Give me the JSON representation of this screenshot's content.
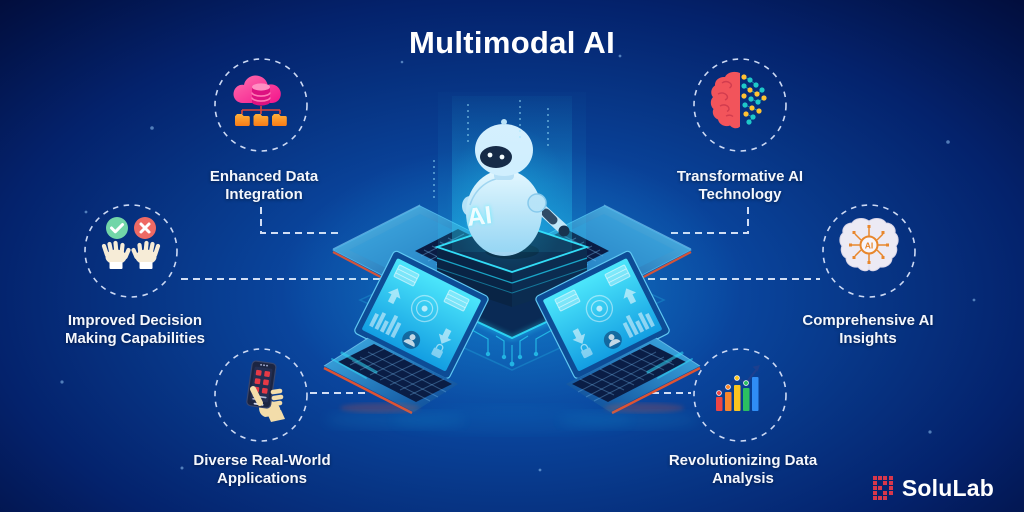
{
  "title": "Multimodal AI",
  "center": {
    "ai_label": "AI"
  },
  "features": [
    {
      "id": "enhanced-data-integration",
      "label": "Enhanced Data Integration",
      "icon": "cloud-database-folders-icon",
      "position": "top-left"
    },
    {
      "id": "transformative-ai-technology",
      "label": "Transformative AI Technology",
      "icon": "brain-network-dots-icon",
      "position": "top-right"
    },
    {
      "id": "improved-decision-making",
      "label": "Improved Decision Making Capabilities",
      "icon": "hands-check-cross-icon",
      "position": "middle-left"
    },
    {
      "id": "comprehensive-ai-insights",
      "label": "Comprehensive AI Insights",
      "icon": "brain-circuit-ai-icon",
      "icon_text": "AI",
      "position": "middle-right"
    },
    {
      "id": "diverse-real-world-applications",
      "label": "Diverse Real-World Applications",
      "icon": "hand-smartphone-icon",
      "position": "bottom-left"
    },
    {
      "id": "revolutionizing-data-analysis",
      "label": "Revolutionizing Data Analysis",
      "icon": "bar-chart-growth-icon",
      "position": "bottom-right"
    }
  ],
  "brand": {
    "name": "SoluLab"
  },
  "colors": {
    "background_center": "#0d59b5",
    "background_edge": "#02082f",
    "accent_cyan": "#2fe3ff",
    "accent_red_edge": "#e8542f",
    "dashed_connector": "#dde7fa",
    "label_text": "#ffffff",
    "icon_pink": "#f72585",
    "icon_orange": "#f9862c",
    "logo_red": "#d8374b"
  }
}
